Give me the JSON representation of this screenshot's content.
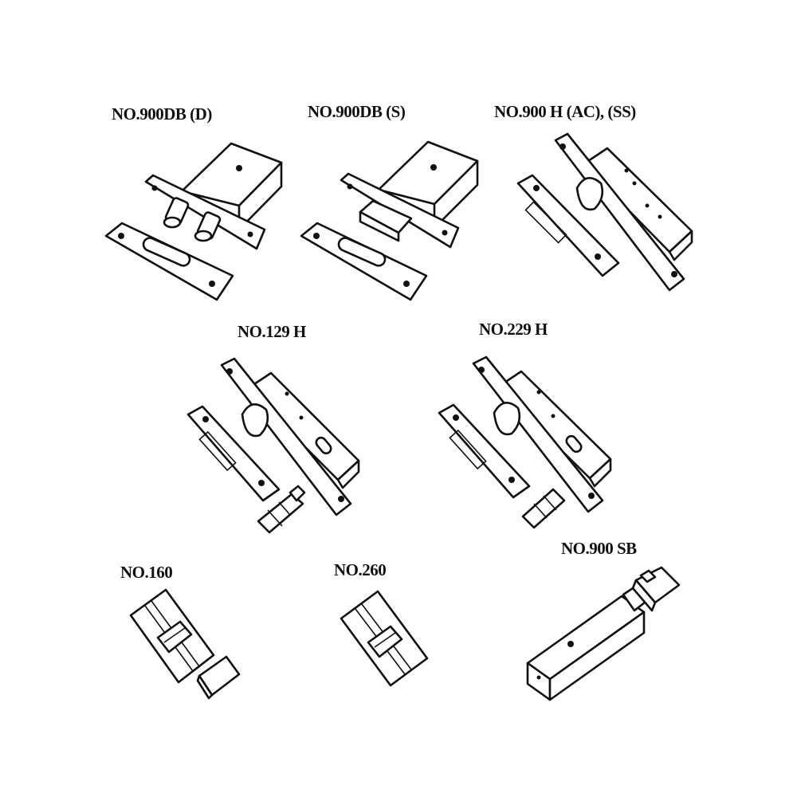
{
  "products": {
    "p900db_d": {
      "label": "NO.900DB (D)",
      "icon": "deadbolt-double-lock-icon"
    },
    "p900db_s": {
      "label": "NO.900DB (S)",
      "icon": "deadbolt-single-lock-icon"
    },
    "p900h": {
      "label": "NO.900 H (AC), (SS)",
      "icon": "mortise-hook-lock-icon"
    },
    "p129h": {
      "label": "NO.129 H",
      "icon": "mortise-hook-lock-cylinder-icon"
    },
    "p229h": {
      "label": "NO.229 H",
      "icon": "mortise-hook-lock-cylinder-icon"
    },
    "p160": {
      "label": "NO.160",
      "icon": "thumbturn-cylinder-icon"
    },
    "p260": {
      "label": "NO.260",
      "icon": "double-cylinder-icon"
    },
    "p900sb": {
      "label": "NO.900 SB",
      "icon": "sliding-bolt-icon"
    }
  }
}
